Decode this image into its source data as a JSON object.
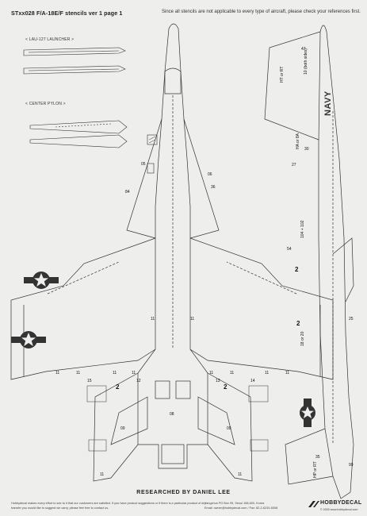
{
  "header": {
    "title": "STxx028 F/A-18E/F stencils ver 1 page 1",
    "note": "Since all stencils are not applicable to every type of aircraft, please check your references first."
  },
  "sections": {
    "lau_launcher": "< LAU-127 LAUNCHER >",
    "center_pylon": "< CENTER PYLON >"
  },
  "side_view": {
    "navy": "NAVY",
    "labels": [
      "HT or RT",
      "10 (both sides)",
      "47",
      "HA or 8A",
      "30",
      "27",
      "104 + 102",
      "54",
      "2",
      "18 or 20",
      "2",
      "25",
      "99",
      "HP or RT",
      "35"
    ]
  },
  "plan_view": {
    "labels": [
      "05",
      "84",
      "06",
      "36",
      "11",
      "11",
      "11",
      "11",
      "11",
      "11",
      "11",
      "11",
      "2",
      "2",
      "12",
      "13",
      "15",
      "14",
      "08",
      "09",
      "09",
      "11",
      "11",
      "11",
      "11"
    ]
  },
  "footer": {
    "researched": "RESEARCHED BY DANIEL LEE",
    "left": "Hobbydecal makes every effort to see to it that our customers are satisfied. If you have product suggestions or if there is a particular product of dry transfer you would like to suggest we carry, please feel free to contact us.",
    "address": "Yangchun PO Box 99, Seoul 158-600, Korea",
    "email": "Email: owner@hobbydecal.com / Fax: 82-2-6234-6508",
    "logo": "HOBBYDECAL",
    "copyright": "© 2005 www.hobbydecal.com"
  }
}
